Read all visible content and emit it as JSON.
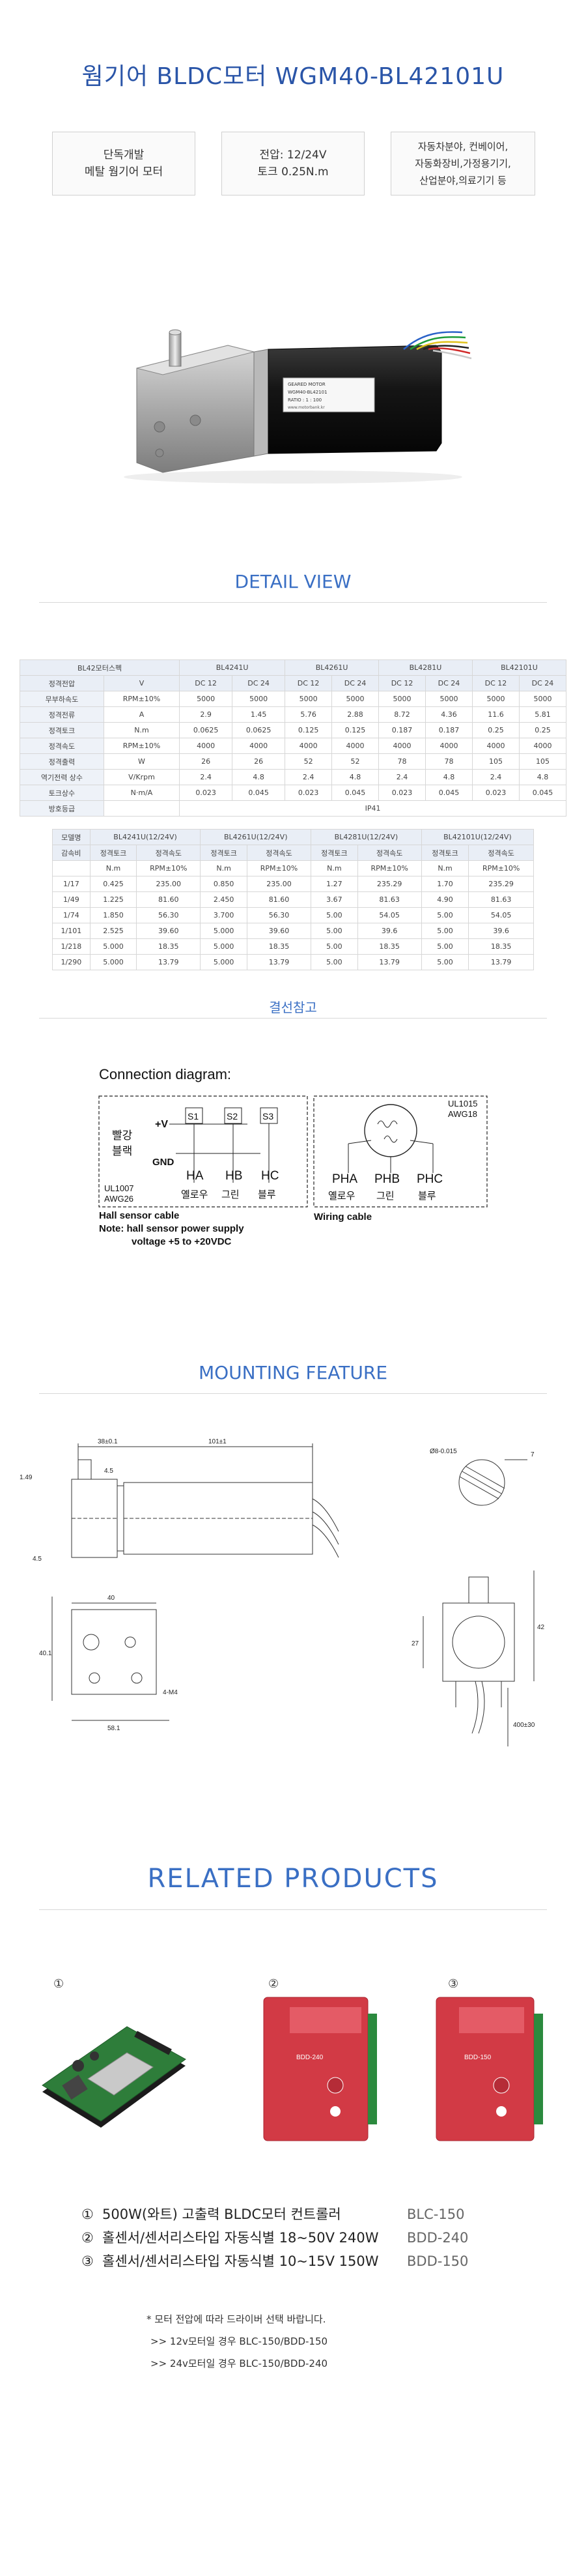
{
  "title": "웜기어 BLDC모터 WGM40-BL42101U",
  "features": [
    {
      "lines": [
        "단독개발",
        "메탈 웜기어 모터"
      ]
    },
    {
      "lines": [
        "전압: 12/24V",
        "토크 0.25N.m"
      ]
    },
    {
      "lines": [
        "자동차분야, 컨베이어,",
        "자동화장비,가정용기기,",
        "산업분야,의료기기 등"
      ]
    }
  ],
  "motor_label": {
    "line1": "GEARED MOTOR",
    "line2": "WGM40-BL42101",
    "line3": "RATIO : 1 : 100",
    "line4": "www.motorbank.kr"
  },
  "detail_view_title": "DETAIL VIEW",
  "spec_table": {
    "corner": "BL42모터스펙",
    "models": [
      "BL4241U",
      "BL4261U",
      "BL4281U",
      "BL42101U"
    ],
    "voltages": [
      "DC 12",
      "DC 24"
    ],
    "rows": [
      {
        "name": "정격전압",
        "unit": "V",
        "values": [
          "DC 12",
          "DC 24",
          "DC 12",
          "DC 24",
          "DC 12",
          "DC 24",
          "DC 12",
          "DC 24"
        ],
        "header": true
      },
      {
        "name": "무부하속도",
        "unit": "RPM±10%",
        "values": [
          "5000",
          "5000",
          "5000",
          "5000",
          "5000",
          "5000",
          "5000",
          "5000"
        ]
      },
      {
        "name": "정격전류",
        "unit": "A",
        "values": [
          "2.9",
          "1.45",
          "5.76",
          "2.88",
          "8.72",
          "4.36",
          "11.6",
          "5.81"
        ]
      },
      {
        "name": "정격토크",
        "unit": "N.m",
        "values": [
          "0.0625",
          "0.0625",
          "0.125",
          "0.125",
          "0.187",
          "0.187",
          "0.25",
          "0.25"
        ]
      },
      {
        "name": "정격속도",
        "unit": "RPM±10%",
        "values": [
          "4000",
          "4000",
          "4000",
          "4000",
          "4000",
          "4000",
          "4000",
          "4000"
        ]
      },
      {
        "name": "정격출력",
        "unit": "W",
        "values": [
          "26",
          "26",
          "52",
          "52",
          "78",
          "78",
          "105",
          "105"
        ]
      },
      {
        "name": "역기전력 상수",
        "unit": "V/Krpm",
        "values": [
          "2.4",
          "4.8",
          "2.4",
          "4.8",
          "2.4",
          "4.8",
          "2.4",
          "4.8"
        ]
      },
      {
        "name": "토크상수",
        "unit": "N·m/A",
        "values": [
          "0.023",
          "0.045",
          "0.023",
          "0.045",
          "0.023",
          "0.045",
          "0.023",
          "0.045"
        ]
      }
    ],
    "protection_name": "방호등급",
    "protection_value": "IP41"
  },
  "ratio_table": {
    "corner": "모델명",
    "models": [
      "BL4241U(12/24V)",
      "BL4261U(12/24V)",
      "BL4281U(12/24V)",
      "BL42101U(12/24V)"
    ],
    "sub_head_1": [
      "정격토크",
      "정격속도"
    ],
    "row_label_1": "감속비",
    "units": [
      "N.m",
      "RPM±10%"
    ],
    "rows": [
      {
        "ratio": "1/17",
        "values": [
          "0.425",
          "235.00",
          "0.850",
          "235.00",
          "1.27",
          "235.29",
          "1.70",
          "235.29"
        ]
      },
      {
        "ratio": "1/49",
        "values": [
          "1.225",
          "81.60",
          "2.450",
          "81.60",
          "3.67",
          "81.63",
          "4.90",
          "81.63"
        ]
      },
      {
        "ratio": "1/74",
        "values": [
          "1.850",
          "56.30",
          "3.700",
          "56.30",
          "5.00",
          "54.05",
          "5.00",
          "54.05"
        ]
      },
      {
        "ratio": "1/101",
        "values": [
          "2.525",
          "39.60",
          "5.000",
          "39.60",
          "5.00",
          "39.6",
          "5.00",
          "39.6"
        ]
      },
      {
        "ratio": "1/218",
        "values": [
          "5.000",
          "18.35",
          "5.000",
          "18.35",
          "5.00",
          "18.35",
          "5.00",
          "18.35"
        ]
      },
      {
        "ratio": "1/290",
        "values": [
          "5.000",
          "13.79",
          "5.000",
          "13.79",
          "5.00",
          "13.79",
          "5.00",
          "13.79"
        ]
      }
    ]
  },
  "wiring_title": "결선참고",
  "connection": {
    "heading": "Connection diagram:",
    "red_black": [
      "빨강",
      "블랙"
    ],
    "plus_v": "+V",
    "gnd": "GND",
    "sensors": [
      "S1",
      "S2",
      "S3"
    ],
    "hall_labels": [
      "HA",
      "HB",
      "HC"
    ],
    "hall_colors": [
      "옐로우",
      "그린",
      "블루"
    ],
    "cable_spec_left": [
      "UL1007",
      "AWG26"
    ],
    "hall_cable": "Hall sensor cable",
    "note1": "Note: hall sensor power supply",
    "note2": "voltage +5 to +20VDC",
    "cable_spec_right": [
      "UL1015",
      "AWG18"
    ],
    "phase_labels": [
      "PHA",
      "PHB",
      "PHC"
    ],
    "phase_colors": [
      "옐로우",
      "그린",
      "블루"
    ],
    "wiring_cable": "Wiring cable"
  },
  "mounting_title": "MOUNTING FEATURE",
  "drawing_dims": {
    "d1": "38±0.1",
    "d2": "101±1",
    "d3": "4.5",
    "d4": "1.49",
    "d5": "4.5",
    "d6": "40",
    "d7": "40.1",
    "d8": "58.1",
    "d9": "4-M4",
    "d10": "Ø8-0.015",
    "d11": "7",
    "d12": "42",
    "d13": "27",
    "d14": "400±30"
  },
  "related_title": "RELATED PRODUCTS",
  "product_markers": [
    "①",
    "②",
    "③"
  ],
  "product_labels": [
    "BDD-240",
    "BDD-150"
  ],
  "products": [
    {
      "num": "①",
      "desc": "500W(와트) 고출력 BLDC모터 컨트롤러",
      "model": "BLC-150"
    },
    {
      "num": "②",
      "desc": "홀센서/센서리스타입 자동식별 18~50V  240W",
      "model": "BDD-240"
    },
    {
      "num": "③",
      "desc": "홀센서/센서리스타입 자동식별  10~15V 150W",
      "model": "BDD-150"
    }
  ],
  "notes": [
    "*  모터 전압에 따라 드라이버 선택 바랍니다.",
    ">>  12v모터일 경우 BLC-150/BDD-150",
    ">>  24v모터일 경우 BLC-150/BDD-240"
  ],
  "colors": {
    "accent": "#3a6fc4",
    "title": "#2a55a8",
    "driver_red": "#d23a45",
    "pcb_green": "#2e7d3a"
  }
}
